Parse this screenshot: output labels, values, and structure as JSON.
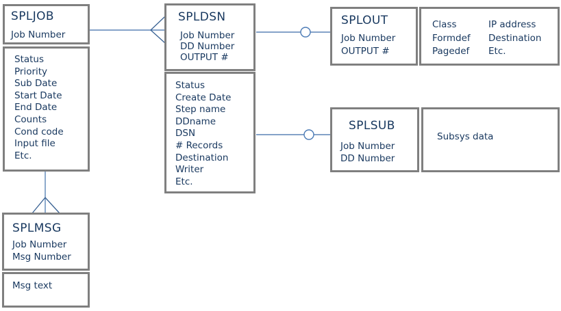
{
  "entities": {
    "spljob": {
      "title": "SPLJOB",
      "keys": [
        "Job Number"
      ],
      "attributes": [
        "Status",
        "Priority",
        "Sub Date",
        "Start Date",
        "End Date",
        "Counts",
        "Cond code",
        "Input file",
        "Etc."
      ]
    },
    "spldsn": {
      "title": "SPLDSN",
      "keys": [
        "Job Number",
        "DD Number",
        "OUTPUT #"
      ],
      "attributes": [
        "Status",
        "Create Date",
        "Step name",
        "DDname",
        "DSN",
        "# Records",
        "Destination",
        "Writer",
        "Etc."
      ]
    },
    "splout": {
      "title": "SPLOUT",
      "keys": [
        "Job Number",
        "OUTPUT #"
      ],
      "attributes_col1": [
        "Class",
        "Formdef",
        "Pagedef"
      ],
      "attributes_col2": [
        "IP address",
        "Destination",
        "Etc."
      ]
    },
    "splsub": {
      "title": "SPLSUB",
      "keys": [
        "Job Number",
        "DD Number"
      ],
      "attributes": [
        "Subsys data"
      ]
    },
    "splmsg": {
      "title": "SPLMSG",
      "keys": [
        "Job Number",
        "Msg Number"
      ],
      "attributes": [
        "Msg text"
      ]
    }
  },
  "relationships": [
    {
      "from": "SPLJOB",
      "to": "SPLDSN",
      "notation": "crow-foot",
      "type": "one-to-many"
    },
    {
      "from": "SPLDSN",
      "to": "SPLOUT",
      "notation": "circle",
      "type": "optional-one"
    },
    {
      "from": "SPLDSN",
      "to": "SPLSUB",
      "notation": "circle",
      "type": "optional-one"
    },
    {
      "from": "SPLJOB",
      "to": "SPLMSG",
      "notation": "crow-foot",
      "type": "one-to-many"
    }
  ],
  "colors": {
    "box_border": "#7f7f7f",
    "text": "#17375e",
    "connector_line": "#5b84b5",
    "connector_dark": "#376092",
    "circle_stroke": "#4a7ab5",
    "background": "#ffffff"
  }
}
